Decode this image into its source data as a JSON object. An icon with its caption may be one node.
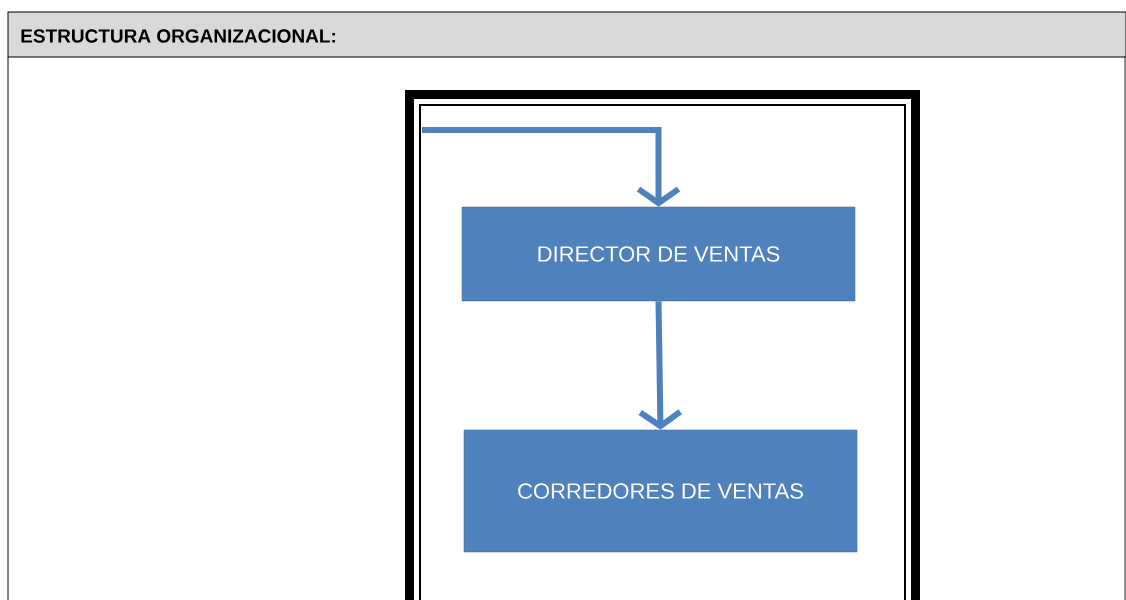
{
  "diagram": {
    "title": "ESTRUCTURA ORGANIZACIONAL:",
    "nodes": [
      {
        "text": [
          "DIRECTOR DE VENTAS"
        ]
      },
      {
        "text": [
          "CORREDORES DE VENTAS"
        ]
      }
    ],
    "edges": [
      {
        "from": null,
        "to": 0,
        "arrow": "to"
      },
      {
        "from": 0,
        "to": 1,
        "arrow": "to"
      }
    ]
  }
}
